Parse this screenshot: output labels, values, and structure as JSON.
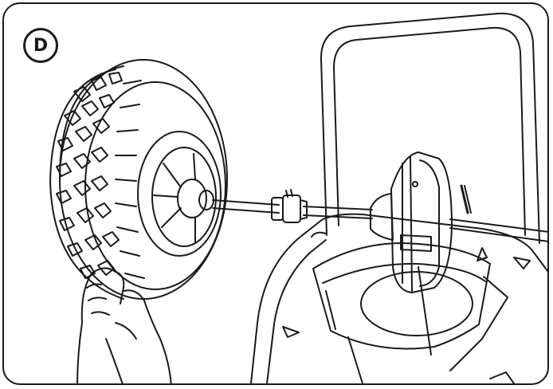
{
  "step": {
    "label": "D"
  },
  "colors": {
    "line": "#1a1a1a",
    "paper": "#ffffff"
  },
  "illustration": {
    "parts": [
      "wheel-tire",
      "wheel-hub",
      "axle-rod",
      "axle-bushing",
      "drive-hub",
      "mower-deck",
      "handle-frame",
      "hand"
    ]
  }
}
